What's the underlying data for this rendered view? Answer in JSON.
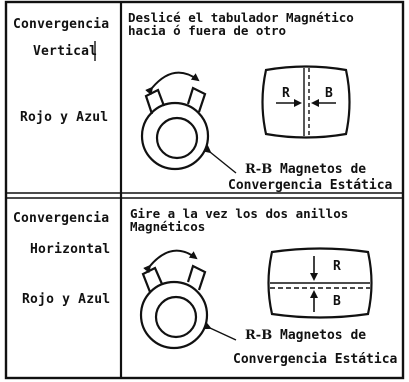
{
  "rows": [
    {
      "title_line1": "Convergencia",
      "title_line2": "Vertical",
      "colors": "Rojo y Azul",
      "instruction_line1": "Deslicé el tabulador Magnético",
      "instruction_line2": "hacia ó fuera de otro",
      "box_left": "R",
      "box_right": "B",
      "rb_label": "R-B",
      "caption_line1": "Magnetos de",
      "caption_line2": "Convergencia Estática"
    },
    {
      "title_line1": "Convergencia",
      "title_line2": "Horizontal",
      "colors": "Rojo y Azul",
      "instruction_line1": "Gire a la vez los dos anillos",
      "instruction_line2": "Magnéticos",
      "box_top": "R",
      "box_bottom": "B",
      "rb_label": "R-B",
      "caption_line1": "Magnetos de",
      "caption_line2": "Convergencia Estática"
    }
  ]
}
